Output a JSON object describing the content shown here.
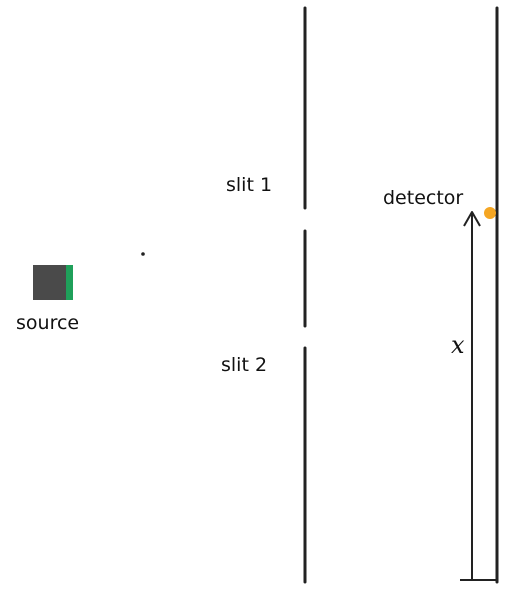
{
  "labels": {
    "source": "source",
    "slit1": "slit 1",
    "slit2": "slit 2",
    "detector": "detector",
    "position_variable": "x"
  },
  "colors": {
    "source_body": "#4a4a4a",
    "source_emitter": "#1fa05a",
    "detector_dot": "#f5a623",
    "lines": "#222222"
  }
}
